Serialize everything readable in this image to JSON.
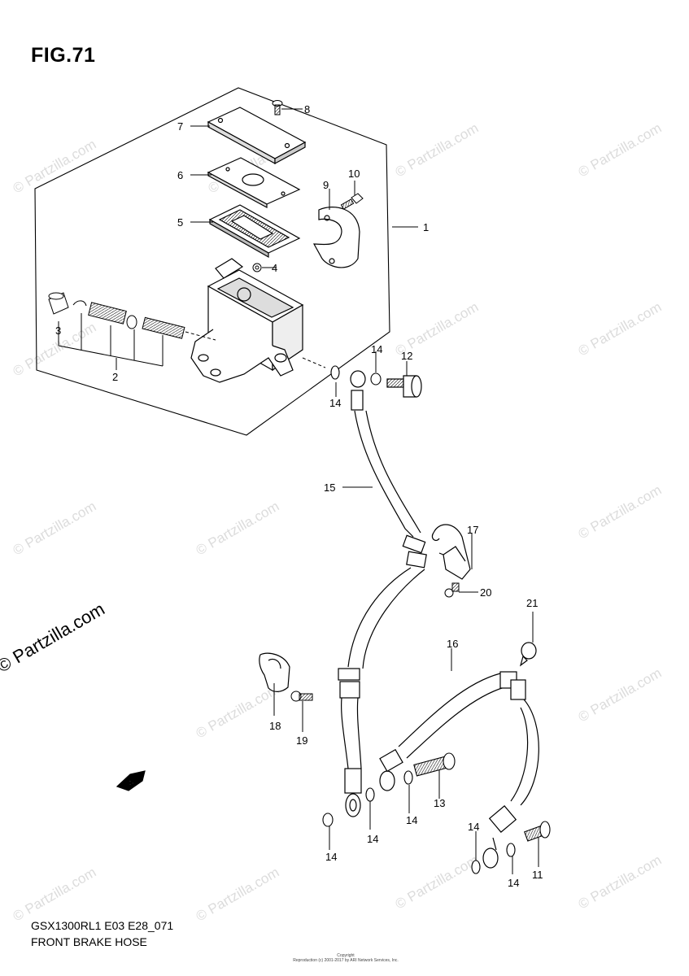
{
  "figure": {
    "title": "FIG.71",
    "code": "GSX1300RL1 E03 E28_071",
    "caption": "FRONT BRAKE HOSE",
    "copyright_lines": [
      "Copyright",
      "Reproduction (c) 2001-2017 by ARI Network Services, Inc."
    ]
  },
  "watermark": {
    "text": "© Partzilla.com"
  },
  "fwd_label": "FWD",
  "callouts": [
    {
      "id": "c1",
      "label": "1"
    },
    {
      "id": "c2",
      "label": "2"
    },
    {
      "id": "c3",
      "label": "3"
    },
    {
      "id": "c4",
      "label": "4"
    },
    {
      "id": "c5",
      "label": "5"
    },
    {
      "id": "c6",
      "label": "6"
    },
    {
      "id": "c7",
      "label": "7"
    },
    {
      "id": "c8",
      "label": "8"
    },
    {
      "id": "c9",
      "label": "9"
    },
    {
      "id": "c10",
      "label": "10"
    },
    {
      "id": "c11",
      "label": "11"
    },
    {
      "id": "c12",
      "label": "12"
    },
    {
      "id": "c13",
      "label": "13"
    },
    {
      "id": "c14a",
      "label": "14"
    },
    {
      "id": "c14b",
      "label": "14"
    },
    {
      "id": "c14c",
      "label": "14"
    },
    {
      "id": "c14d",
      "label": "14"
    },
    {
      "id": "c14e",
      "label": "14"
    },
    {
      "id": "c14f",
      "label": "14"
    },
    {
      "id": "c14g",
      "label": "14"
    },
    {
      "id": "c15",
      "label": "15"
    },
    {
      "id": "c16",
      "label": "16"
    },
    {
      "id": "c17",
      "label": "17"
    },
    {
      "id": "c18",
      "label": "18"
    },
    {
      "id": "c19",
      "label": "19"
    },
    {
      "id": "c20",
      "label": "20"
    },
    {
      "id": "c21",
      "label": "21"
    }
  ]
}
